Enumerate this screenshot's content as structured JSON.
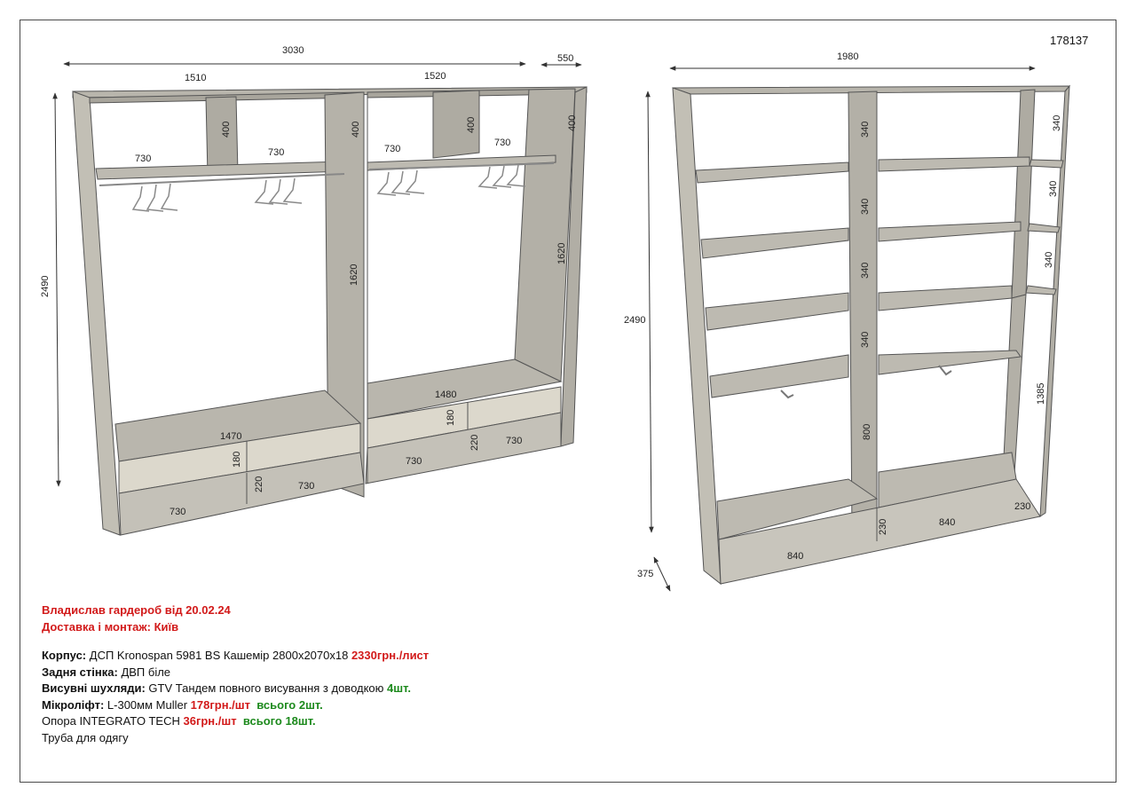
{
  "order_number": "178137",
  "colors": {
    "panel_top": "#b8b5ac",
    "panel_front": "#d8d4c8",
    "shelf": "#d0ccc0",
    "hanger": "#888888",
    "red": "#d21a1a",
    "green": "#1d8a1d"
  },
  "left_dims": {
    "total_width": "3030",
    "depth": "550",
    "left_section": "1510",
    "right_section": "1520",
    "height": "2490",
    "shelf_a": "730",
    "shelf_b": "730",
    "shelf_c": "730",
    "shelf_d": "730",
    "niche_a": "400",
    "niche_b": "400",
    "niche_c": "400",
    "niche_d": "400",
    "divider_a": "1620",
    "divider_b": "1620",
    "drawer_width_left": "1470",
    "drawer_width_right": "1480",
    "drawer_h_left": "180",
    "drawer_h_right": "180",
    "bottom_h_left": "220",
    "bottom_h_right": "220",
    "bottom_a": "730",
    "bottom_b": "730",
    "bottom_c": "730",
    "bottom_d": "730"
  },
  "right_dims": {
    "total_width": "1980",
    "height": "2490",
    "depth": "375",
    "shelf_gaps": [
      "340",
      "340",
      "340",
      "340"
    ],
    "side_gaps": [
      "340",
      "340",
      "340"
    ],
    "side_tall": "1385",
    "hanging": "800",
    "bottom_h": "230",
    "bottom_h_side": "230",
    "bottom_w_left": "840",
    "bottom_w_right": "840"
  },
  "notes": {
    "title": "Владислав гардероб від 20.02.24",
    "delivery": "Доставка і монтаж: Київ",
    "body_label": "Корпус:",
    "body_text": "ДСП Kronospan 5981 BS Кашемір 2800x2070x18",
    "body_price": "2330грн./лист",
    "back_label": "Задня стінка:",
    "back_text": "ДВП біле",
    "drawers_label": "Висувні шухляди:",
    "drawers_text": "GTV Тандем повного висування з доводкою",
    "drawers_qty": "4шт.",
    "lift_label": "Мікроліфт:",
    "lift_text": "L-300мм Muller",
    "lift_price": "178грн./шт",
    "lift_qty": "всього 2шт.",
    "support_text": "Опора INTEGRATO TECH",
    "support_price": "36грн./шт",
    "support_qty": "всього 18шт.",
    "pipe_text": "Труба для одягу"
  }
}
